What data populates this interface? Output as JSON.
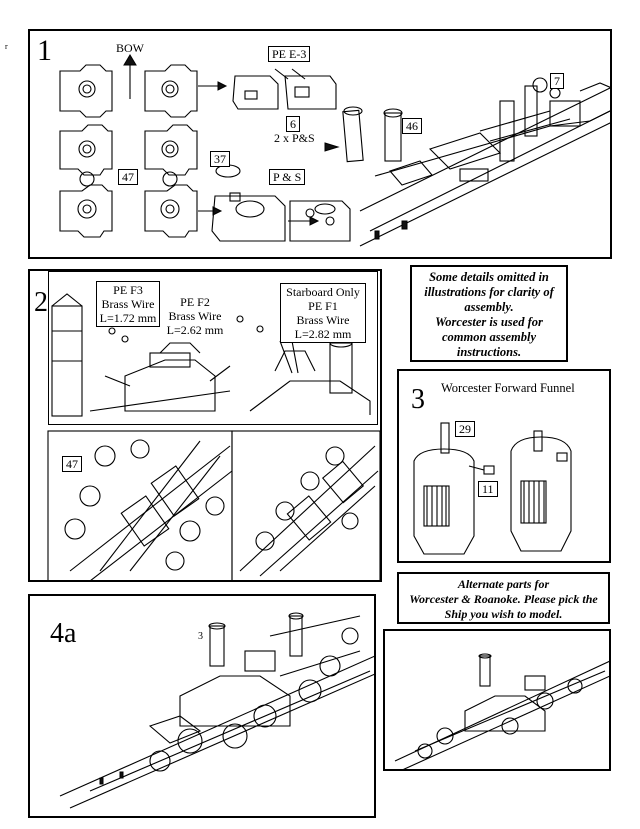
{
  "page_mark": "r",
  "step1": {
    "number": "1",
    "bow": "BOW",
    "pe_e3": "PE E-3",
    "part6": "6",
    "part6_note": "2 x P&S",
    "part37": "37",
    "ps": "P & S",
    "part47": "47",
    "part46": "46",
    "part7": "7"
  },
  "step2": {
    "number": "2",
    "pe_f3_title": "PE F3",
    "pe_f3_wire": "Brass Wire",
    "pe_f3_len": "L=1.72 mm",
    "pe_f2_title": "PE F2",
    "pe_f2_wire": "Brass Wire",
    "pe_f2_len": "L=2.62 mm",
    "pe_f1_side": "Starboard Only",
    "pe_f1_title": "PE F1",
    "pe_f1_wire": "Brass Wire",
    "pe_f1_len": "L=2.82 mm",
    "part47": "47"
  },
  "note": {
    "line1": "Some details omitted in",
    "line2": "illustrations for clarity of",
    "line3": "assembly.",
    "line4": "Worcester is used for",
    "line5": "common assembly",
    "line6": "instructions."
  },
  "step3": {
    "number": "3",
    "title": "Worcester Forward Funnel",
    "part29": "29",
    "part11": "11"
  },
  "alternate": {
    "line1": "Alternate parts for",
    "line2": "Worcester & Roanoke. Please pick the",
    "line3": "Ship you wish to model."
  },
  "step4a": {
    "number": "4a",
    "ref3": "3"
  }
}
